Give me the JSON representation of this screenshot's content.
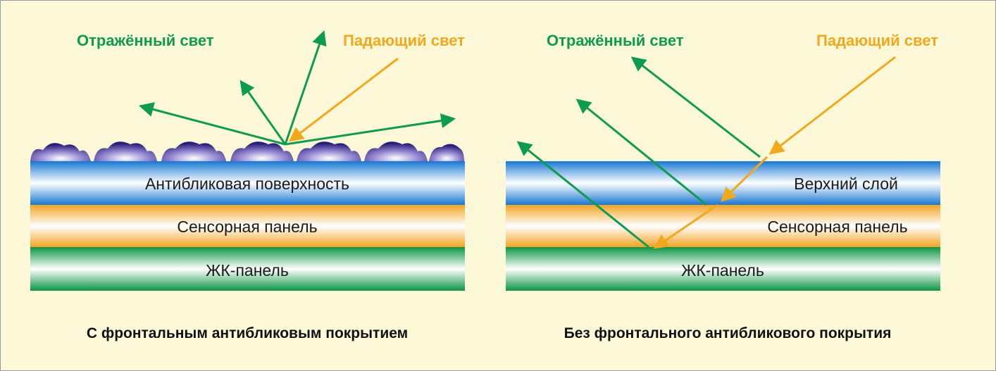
{
  "colors": {
    "background": "#fcf8d8",
    "reflected": "#0f9b4f",
    "incident": "#f2a81d",
    "blue_layer": "#1c7fd6",
    "orange_layer": "#f3a92a",
    "green_layer": "#0e9a45",
    "bumps": "#3b2e8f"
  },
  "left": {
    "reflected_label": "Отражённый свет",
    "incident_label": "Падающий свет",
    "layer_top": "Антибликовая поверхность",
    "layer_mid": "Сенсорная панель",
    "layer_bottom": "ЖК-панель",
    "caption": "С фронтальным антибликовым покрытием"
  },
  "right": {
    "reflected_label": "Отражённый свет",
    "incident_label": "Падающий свет",
    "layer_top": "Верхний слой",
    "layer_mid": "Сенсорная панель",
    "layer_bottom": "ЖК-панель",
    "caption": "Без фронтального антибликового покрытия"
  }
}
